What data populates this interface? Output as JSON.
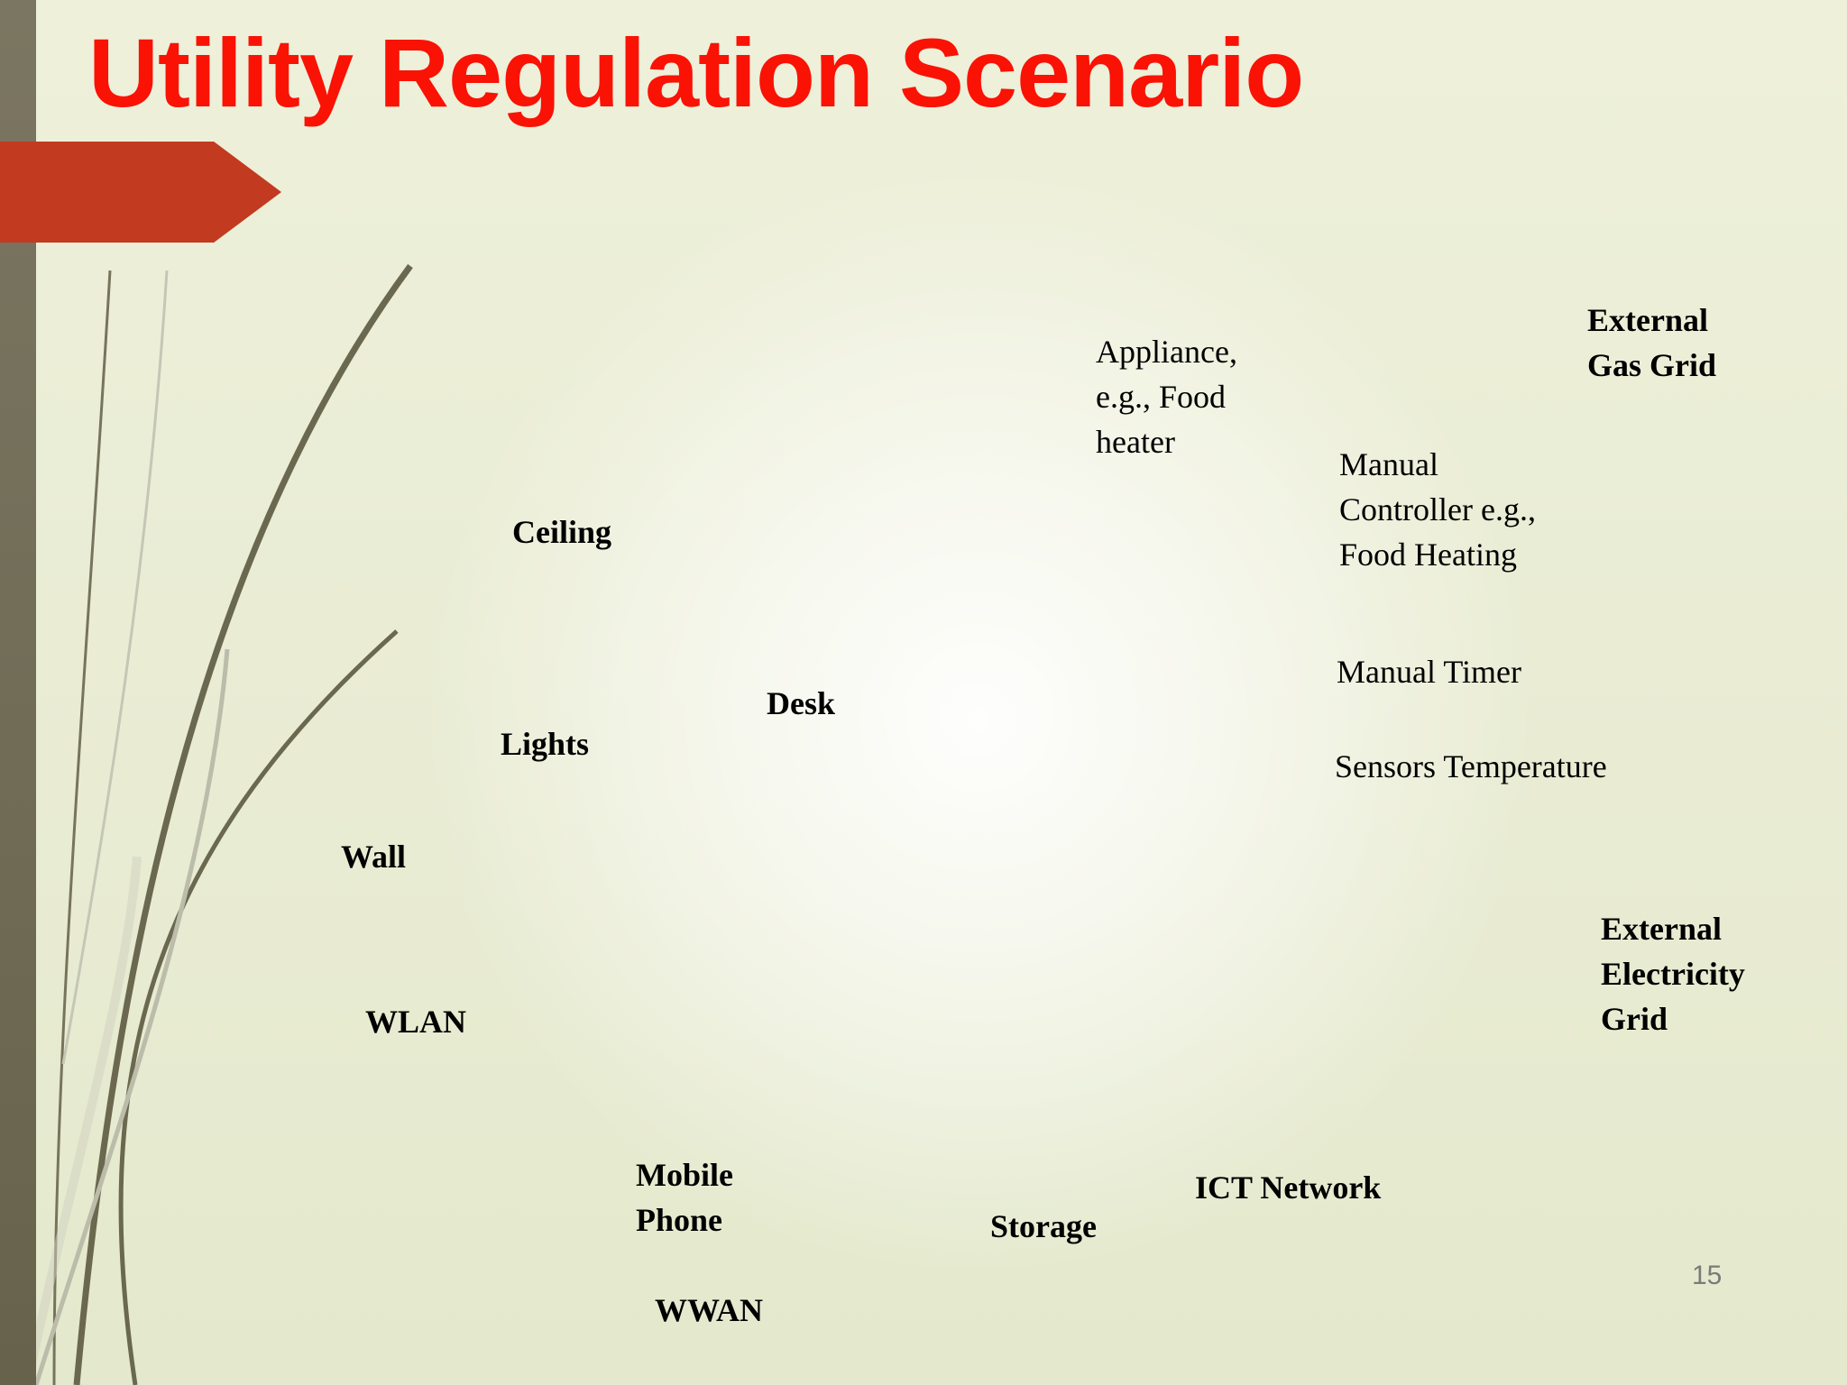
{
  "slide": {
    "title": "Utility Regulation Scenario",
    "page_number": "15"
  },
  "colors": {
    "title_red": "#fa1205",
    "arrow_red": "#c23a20",
    "left_bar_olive": "#6f6b55",
    "background_green": "#e9ecd3",
    "label_black": "#000000",
    "page_number_gray": "#7a7a7a"
  },
  "labels": {
    "appliance": {
      "text": "Appliance,\ne.g., Food\nheater"
    },
    "external_gas_grid": {
      "text": "External\nGas Grid"
    },
    "manual_controller": {
      "text": "Manual\nController e.g.,\nFood Heating"
    },
    "ceiling": {
      "text": "Ceiling"
    },
    "manual_timer": {
      "text": "Manual Timer"
    },
    "desk": {
      "text": "Desk"
    },
    "lights": {
      "text": "Lights"
    },
    "sensors_temperature": {
      "text": "Sensors Temperature"
    },
    "wall": {
      "text": "Wall"
    },
    "external_electricity_grid": {
      "text": "External\nElectricity\nGrid"
    },
    "wlan": {
      "text": "WLAN"
    },
    "mobile_phone": {
      "text": "Mobile\nPhone"
    },
    "ict_network": {
      "text": "ICT Network"
    },
    "storage": {
      "text": "Storage"
    },
    "wwan": {
      "text": "WWAN"
    }
  }
}
